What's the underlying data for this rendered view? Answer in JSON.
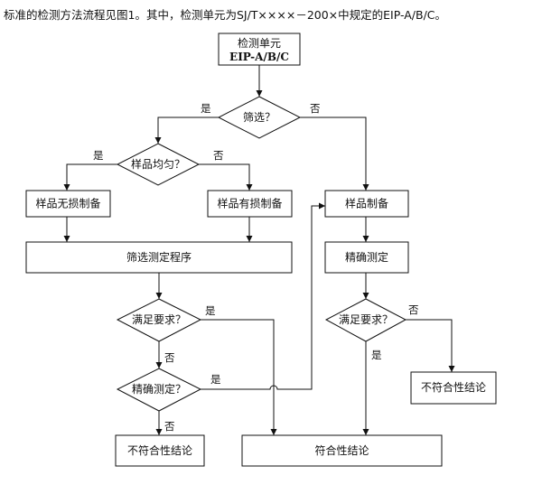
{
  "caption": "标准的检测方法流程见图1。其中，检测单元为SJ/T××××－200×中规定的EIP-A/B/C。",
  "nodes": {
    "start_line1": "检测单元",
    "start_line2": "EIP-A/B/C",
    "screen": "筛选？",
    "uniform": "样品均匀？",
    "nondestructive_prep": "样品无损制备",
    "destructive_prep": "样品有损制备",
    "screen_procedure": "筛选测定程序",
    "sample_prep": "样品制备",
    "accurate_measure": "精确测定",
    "meet_req_left": "满足要求？",
    "accurate_measure_q": "精确测定？",
    "meet_req_right": "满足要求？",
    "nonconform_left": "不符合性结论",
    "conform": "符合性结论",
    "nonconform_right": "不符合性结论"
  },
  "labels": {
    "yes": "是",
    "no": "否"
  }
}
